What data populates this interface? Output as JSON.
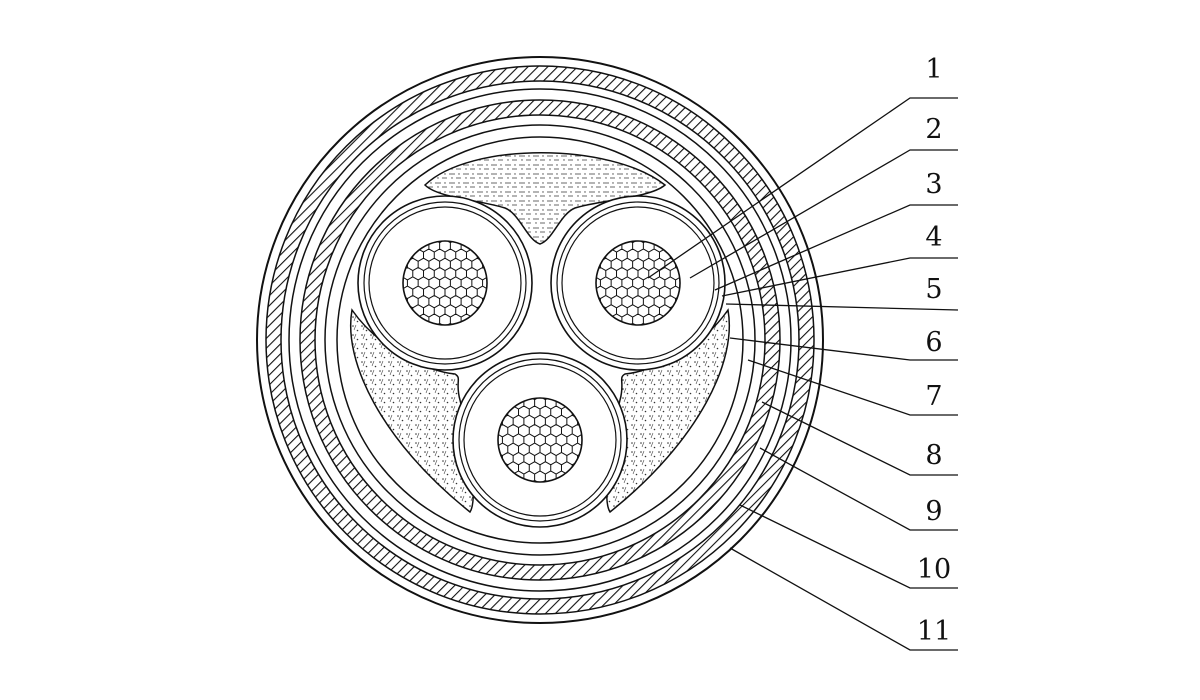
{
  "callouts": [
    {
      "label": "1"
    },
    {
      "label": "2"
    },
    {
      "label": "3"
    },
    {
      "label": "4"
    },
    {
      "label": "5"
    },
    {
      "label": "6"
    },
    {
      "label": "7"
    },
    {
      "label": "8"
    },
    {
      "label": "9"
    },
    {
      "label": "10"
    },
    {
      "label": "11"
    }
  ],
  "colors": {
    "ink": "#111111",
    "background": "#ffffff"
  }
}
